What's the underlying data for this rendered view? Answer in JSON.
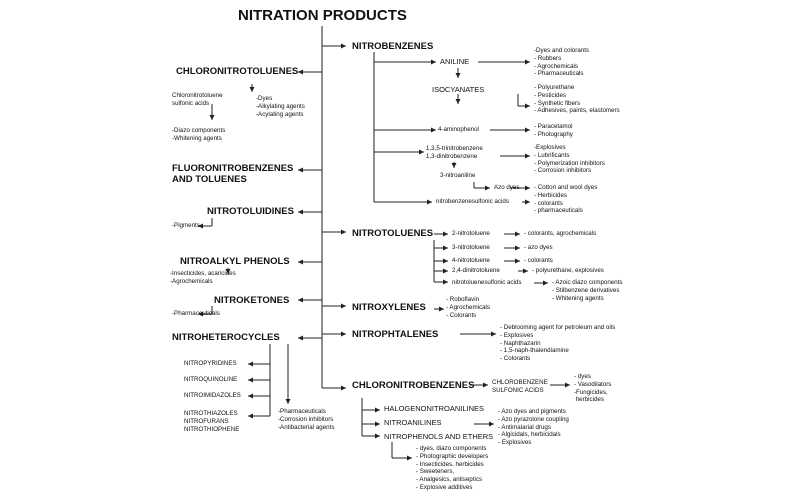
{
  "title": "NITRATION PRODUCTS",
  "left": {
    "chloronitrotoluenes": {
      "heading": "CHLORONITROTOLUENES",
      "sub": "Chloronitrotoluene\nsulfonic acids",
      "uses_right": "-Dyes\n-Alkylating agents\n-Acylating agents",
      "uses_sub": "-Diazo components\n-Whitening agents"
    },
    "fluoro": {
      "heading": "FLUORONITROBENZENES\nAND TOLUENES"
    },
    "nitrotoluidines": {
      "heading": "NITROTOLUIDINES",
      "uses": "-Pigments"
    },
    "nitroalkyl": {
      "heading": "NITROALKYL PHENOLS",
      "uses": "-Insecticides, acaricides\n-Agrochemicals"
    },
    "nitroketones": {
      "heading": "NITROKETONES",
      "uses": "-Pharmaceuticals"
    },
    "nitroheterocycles": {
      "heading": "NITROHETEROCYCLES",
      "items": [
        "NITROPYRIDINES",
        "NITROQUINOLINE",
        "NITROIMIDAZOLES",
        "NITROTHIAZOLES\nNITROFURANS\nNITROTHIOPHENE"
      ],
      "uses": "-Pharmaceuticals\n-Corrosion inhibitors\n-Antibacterial agents"
    }
  },
  "nitrobenzenes": {
    "heading": "NITROBENZENES",
    "aniline": "ANILINE",
    "aniline_uses": "-Dyes and colorants\n- Rubbers\n- Agrochemicals\n- Pharmaceuticals",
    "isocyanates": "ISOCYANATES",
    "isocyanates_uses": "- Polyurethane\n- Pesticides\n- Synthetic fibers\n- Adhesives, paints, elastomers",
    "aminophenol": "4-aminophenol",
    "aminophenol_uses": "- Paracetamol\n- Photography",
    "trinitro": "1,3,5-trinitrobenzene\n1,3-dinitrobenzene",
    "trinitro_uses": "-Explosives\n- Lubrificants\n- Polymerization inhibitors\n- Corrosion inhibitors",
    "nitroaniline": "3-nitroaniline",
    "azo": "Azo dyes",
    "sulfonic": "nitrobenzenesulfonic acids",
    "sulfonic_uses": "- Cotton and wool dyes\n- Herbicides\n- colorants\n- pharmaceuticals"
  },
  "nitrotoluenes": {
    "heading": "NITROTOLUENES",
    "items": [
      {
        "name": "2-nitrotoluene",
        "uses": "- colorants, agrochemicals"
      },
      {
        "name": "3-nitrotoluene",
        "uses": "- azo dyes"
      },
      {
        "name": "4-nitrotoluene",
        "uses": "- colorants"
      },
      {
        "name": "2,4-dinitrotoluene",
        "uses": "- polyurethane, explosives"
      },
      {
        "name": "nitrotoluenesulfonic acids",
        "uses": "- Azoic diazo components\n- Stilbenzene derivatives\n- Whitening agents"
      }
    ]
  },
  "nitroxylenes": {
    "heading": "NITROXYLENES",
    "uses": "- Roboflavin\n- Agrochemicals\n- Colorants"
  },
  "nitrophtalenes": {
    "heading": "NITROPHTALENES",
    "uses": "- Deblooming agent for petroleum and oils\n- Explosives\n- Naphthazarin\n- 1,5-naph-thalendiamine\n- Colorants"
  },
  "chloronitrobenzenes": {
    "heading": "CHLORONITROBENZENES",
    "sub": "CHLOROBENZENE\nSULFONIC ACIDS",
    "sub_uses": "- dyes\n- Vasodilators\n-Fungicides,\n herbicides",
    "halogeno": "HALOGENONITROANILINES",
    "nitroanilines": "NITROANILINES",
    "nitroanilines_uses": "- Azo dyes and pigments\n- Azo pyrazolone coupling\n- Antimalarial drugs\n- Algicidals, herbicidals\n- Explosives",
    "nitrophenols": "NITROPHENOLS AND ETHERS",
    "nitrophenols_uses": "- dyes, diazo components\n- Photographic developers\n- Insecticides, herbicides\n- Sweeteners,\n- Analgesics, antiseptics\n- Explosive additives"
  }
}
